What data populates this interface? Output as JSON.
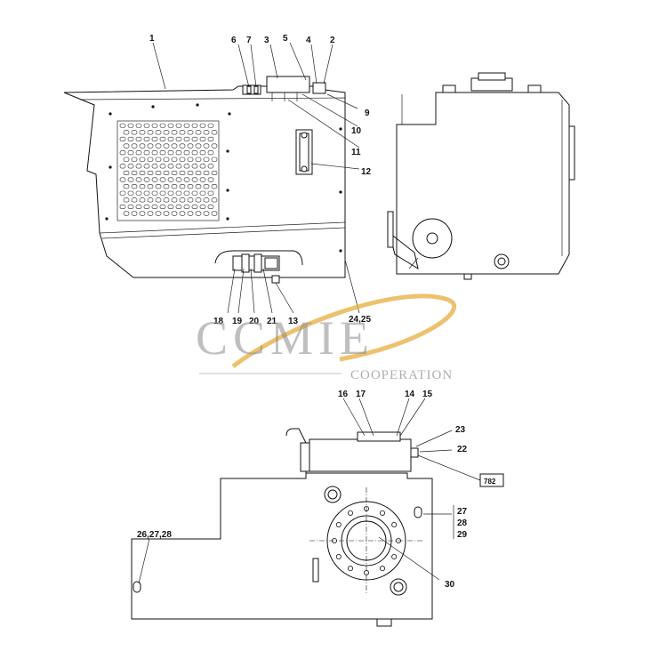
{
  "watermark": {
    "brand": "CCMIE",
    "subtitle": "COOPERATION",
    "colors": {
      "text": "#8c8c8c",
      "swoosh": "#e8b24a"
    }
  },
  "labels": [
    {
      "id": "1",
      "text": "1"
    },
    {
      "id": "6",
      "text": "6"
    },
    {
      "id": "7",
      "text": "7"
    },
    {
      "id": "3",
      "text": "3"
    },
    {
      "id": "5",
      "text": "5"
    },
    {
      "id": "4",
      "text": "4"
    },
    {
      "id": "2",
      "text": "2"
    },
    {
      "id": "9",
      "text": "9"
    },
    {
      "id": "10",
      "text": "10"
    },
    {
      "id": "11",
      "text": "11"
    },
    {
      "id": "12",
      "text": "12"
    },
    {
      "id": "18",
      "text": "18"
    },
    {
      "id": "19",
      "text": "19"
    },
    {
      "id": "20",
      "text": "20"
    },
    {
      "id": "21",
      "text": "21"
    },
    {
      "id": "13",
      "text": "13"
    },
    {
      "id": "24_25",
      "text": "24,25"
    },
    {
      "id": "16",
      "text": "16"
    },
    {
      "id": "17",
      "text": "17"
    },
    {
      "id": "14",
      "text": "14"
    },
    {
      "id": "15",
      "text": "15"
    },
    {
      "id": "23",
      "text": "23"
    },
    {
      "id": "22",
      "text": "22"
    },
    {
      "id": "782",
      "text": "782"
    },
    {
      "id": "27",
      "text": "27"
    },
    {
      "id": "28",
      "text": "28"
    },
    {
      "id": "29",
      "text": "29"
    },
    {
      "id": "26_27_28",
      "text": "26,27,28"
    },
    {
      "id": "30",
      "text": "30"
    }
  ]
}
